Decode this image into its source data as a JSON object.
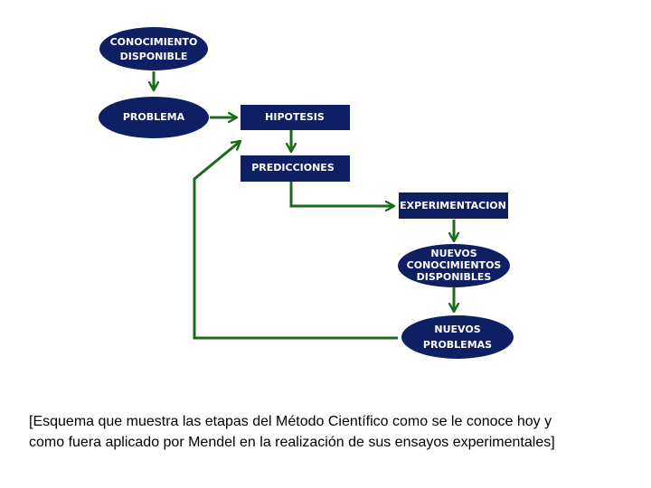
{
  "colors": {
    "node_fill": "#0f1f63",
    "node_text": "#ffffff",
    "arrow": "#1c6b1c"
  },
  "nodes": {
    "conocimiento_disponible": {
      "line1": "CONOCIMIENTO",
      "line2": "DISPONIBLE"
    },
    "problema": {
      "label": "PROBLEMA"
    },
    "hipotesis": {
      "label": "HIPOTESIS"
    },
    "predicciones": {
      "label": "PREDICCIONES"
    },
    "experimentacion": {
      "label": "EXPERIMENTACION"
    },
    "nuevos_conocimientos": {
      "line1": "NUEVOS",
      "line2": "CONOCIMIENTOS",
      "line3": "DISPONIBLES"
    },
    "nuevos_problemas": {
      "line1": "NUEVOS",
      "line2": "PROBLEMAS"
    }
  },
  "caption": {
    "line1": "[Esquema que muestra las etapas del Método Científico como se le conoce hoy y",
    "line2": "como fuera aplicado por Mendel en la realización de sus ensayos experimentales]"
  }
}
